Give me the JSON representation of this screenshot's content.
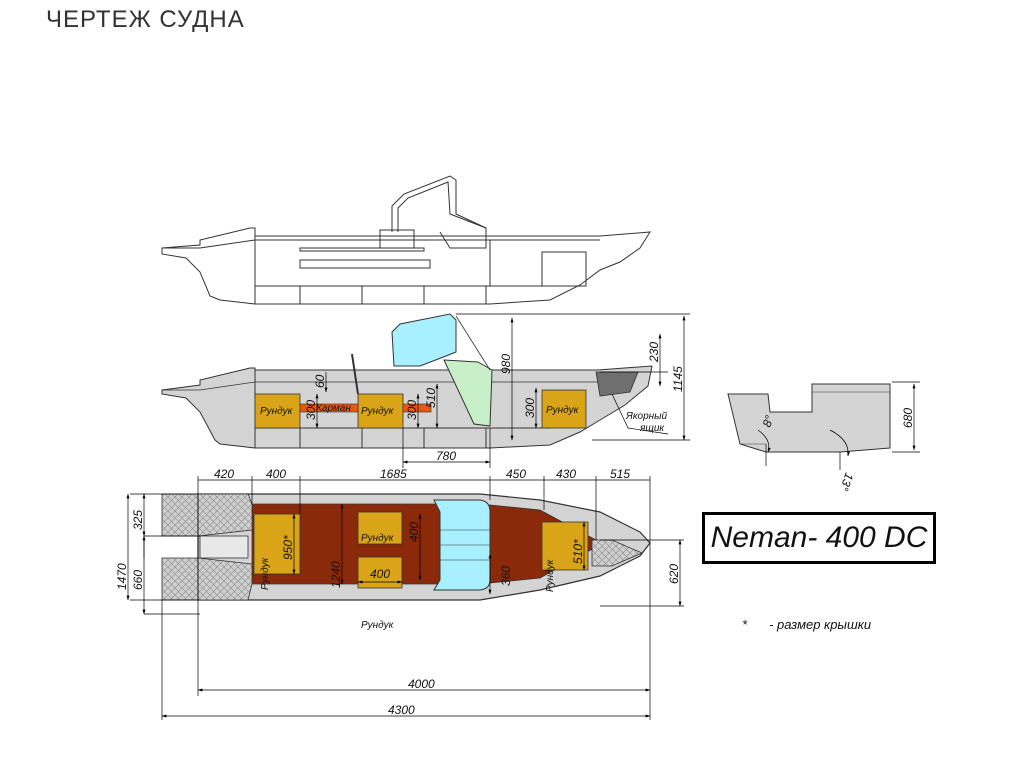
{
  "title": "ЧЕРТЕЖ СУДНА",
  "model": "Neman- 400 DC",
  "footnote": {
    "symbol": "*",
    "text": "- размер крышки"
  },
  "side_view": {
    "labels": {
      "storage_1": "Рундук",
      "storage_2": "Рундук",
      "storage_3": "Рундук",
      "pocket": "Карман",
      "anchor_1": "Якорный",
      "anchor_2": "ящик"
    },
    "dims": {
      "d_980": "980",
      "d_230": "230",
      "d_1145": "1145",
      "d_60": "60",
      "d_300a": "300",
      "d_300b": "300",
      "d_510": "510",
      "d_300c": "300",
      "d_780": "780"
    }
  },
  "section_view": {
    "dims": {
      "d_680": "680",
      "a_8": "8°",
      "a_13": "13°"
    }
  },
  "top_view": {
    "labels": {
      "storage_left": "Рундук",
      "storage_center_top": "Рундук",
      "storage_center_bottom": "Рундук",
      "storage_right": "Рундук"
    },
    "dims": {
      "d_420": "420",
      "d_400": "400",
      "d_1685": "1685",
      "d_450": "450",
      "d_430": "430",
      "d_515": "515",
      "d_325": "325",
      "d_660": "660",
      "d_1470": "1470",
      "d_950": "950*",
      "d_1240": "1240",
      "d_400_v": "400",
      "d_400_h": "400",
      "d_360": "360",
      "d_510s": "510*",
      "d_620": "620",
      "d_4000": "4000",
      "d_4300": "4300"
    }
  },
  "colors": {
    "hull_fill": "#d4d4d4",
    "storage_fill": "#d9a418",
    "deck_fill": "#8b2a0a",
    "glass_fill": "#a8f0ff",
    "screen_fill": "#c8f0c8",
    "stripe_fill": "#e55a10",
    "grid_fill": "#cfcfcf",
    "anchor_fill": "#6f6f6f"
  }
}
